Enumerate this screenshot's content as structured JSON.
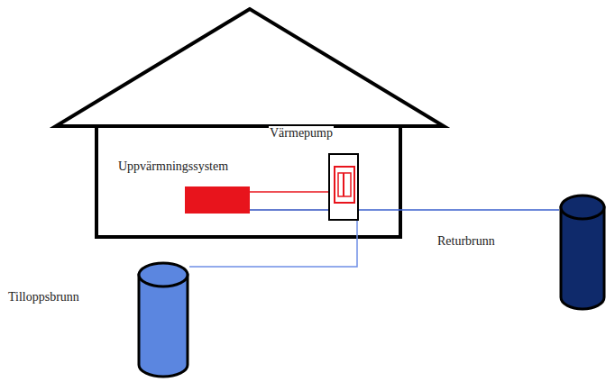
{
  "diagram": {
    "nodes": [
      {
        "text": [
          "Uppvärmningssystem"
        ]
      },
      {
        "text": [
          "Värmepump"
        ]
      },
      {
        "text": [
          "Returbrunn"
        ]
      },
      {
        "text": [
          "Tilloppsbrunn"
        ]
      }
    ],
    "edges": [
      {
        "from": 0,
        "to": 1,
        "arrow": "none"
      },
      {
        "from": 1,
        "to": 0,
        "arrow": "none"
      },
      {
        "from": 1,
        "to": 2,
        "arrow": "none"
      },
      {
        "from": 1,
        "to": 3,
        "arrow": "none"
      }
    ]
  }
}
